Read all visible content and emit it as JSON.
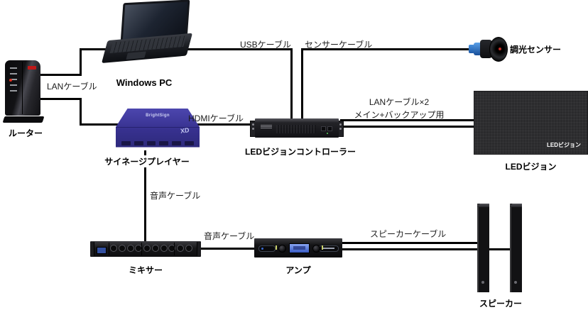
{
  "devices": {
    "router": {
      "label": "ルーター"
    },
    "pc": {
      "label": "Windows PC"
    },
    "player": {
      "label": "サイネージプレイヤー",
      "brand": "BrightSign",
      "model": "XD"
    },
    "controller": {
      "label": "LEDビジョンコントローラー"
    },
    "sensor": {
      "label": "調光センサー"
    },
    "led_vision": {
      "label": "LEDビジョン",
      "screen_text": "LEDビジョン"
    },
    "mixer": {
      "label": "ミキサー"
    },
    "amp": {
      "label": "アンプ"
    },
    "speakers": {
      "label": "スピーカー"
    }
  },
  "cables": {
    "lan": {
      "label": "LANケーブル"
    },
    "usb": {
      "label": "USBケーブル"
    },
    "sensor": {
      "label": "センサーケーブル"
    },
    "hdmi": {
      "label": "HDMIケーブル"
    },
    "lan_x2": {
      "label": "LANケーブル×2",
      "note": "メイン+バックアップ用"
    },
    "audio_player_mixer": {
      "label": "音声ケーブル"
    },
    "audio_mixer_amp": {
      "label": "音声ケーブル"
    },
    "speaker": {
      "label": "スピーカーケーブル"
    }
  },
  "colors": {
    "background": "#ffffff",
    "line": "#000000",
    "player_body": "#37318f",
    "led_screen": "#2b2b2d",
    "amp_lcd": "#5c7de0",
    "sensor_connector": "#2e7fd0"
  }
}
